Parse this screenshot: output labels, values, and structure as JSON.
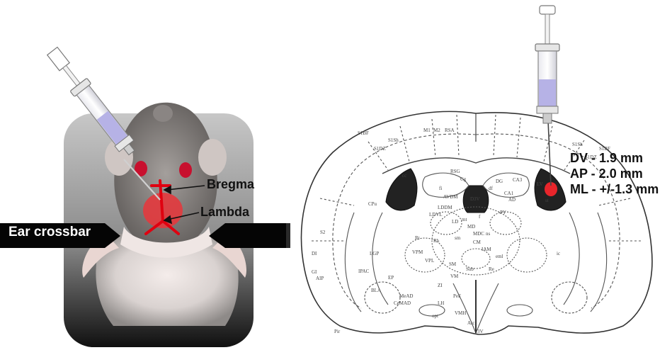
{
  "labels": {
    "bregma": "Bregma",
    "lambda": "Lambda",
    "ear_crossbar": "Ear crossbar"
  },
  "coordinates": [
    {
      "text": "DV - 1.9 mm"
    },
    {
      "text": "AP - 2.0 mm"
    },
    {
      "text": "ML - +/-1.3 mm"
    }
  ],
  "atlas_regions": {
    "cortex": [
      "S1BF",
      "S1DZ",
      "S1Sh",
      "M1",
      "M2",
      "RSA",
      "RSG",
      "S1BF",
      "S1DZ",
      "S1Sh",
      "S2",
      "DI",
      "GI",
      "AIP",
      "Pir",
      "Cg"
    ],
    "subcortical": [
      "LV",
      "D3V",
      "DG",
      "CA1",
      "CA3",
      "LD",
      "LDVL",
      "LDDM",
      "PV",
      "MD",
      "MDC",
      "CM",
      "IAM",
      "Rh",
      "VPM",
      "VPL",
      "Rt",
      "Re",
      "SM",
      "Sub",
      "VM",
      "ZI",
      "LGP",
      "IPAC",
      "BLA",
      "MeAD",
      "CeMAD",
      "LH",
      "PeF",
      "VMH",
      "Arc",
      "3V",
      "ic",
      "opt",
      "st",
      "CPu",
      "EP",
      "cc",
      "fi",
      "df",
      "sm",
      "ns",
      "f",
      "mt",
      "eml",
      "AD",
      "AVDM"
    ]
  },
  "colors": {
    "accent_red": "#e8252b",
    "ventricle": "#222222",
    "syringe_fluid": "#b6b2e6",
    "bar": "#050505"
  },
  "icons": [
    "syringe-icon"
  ]
}
